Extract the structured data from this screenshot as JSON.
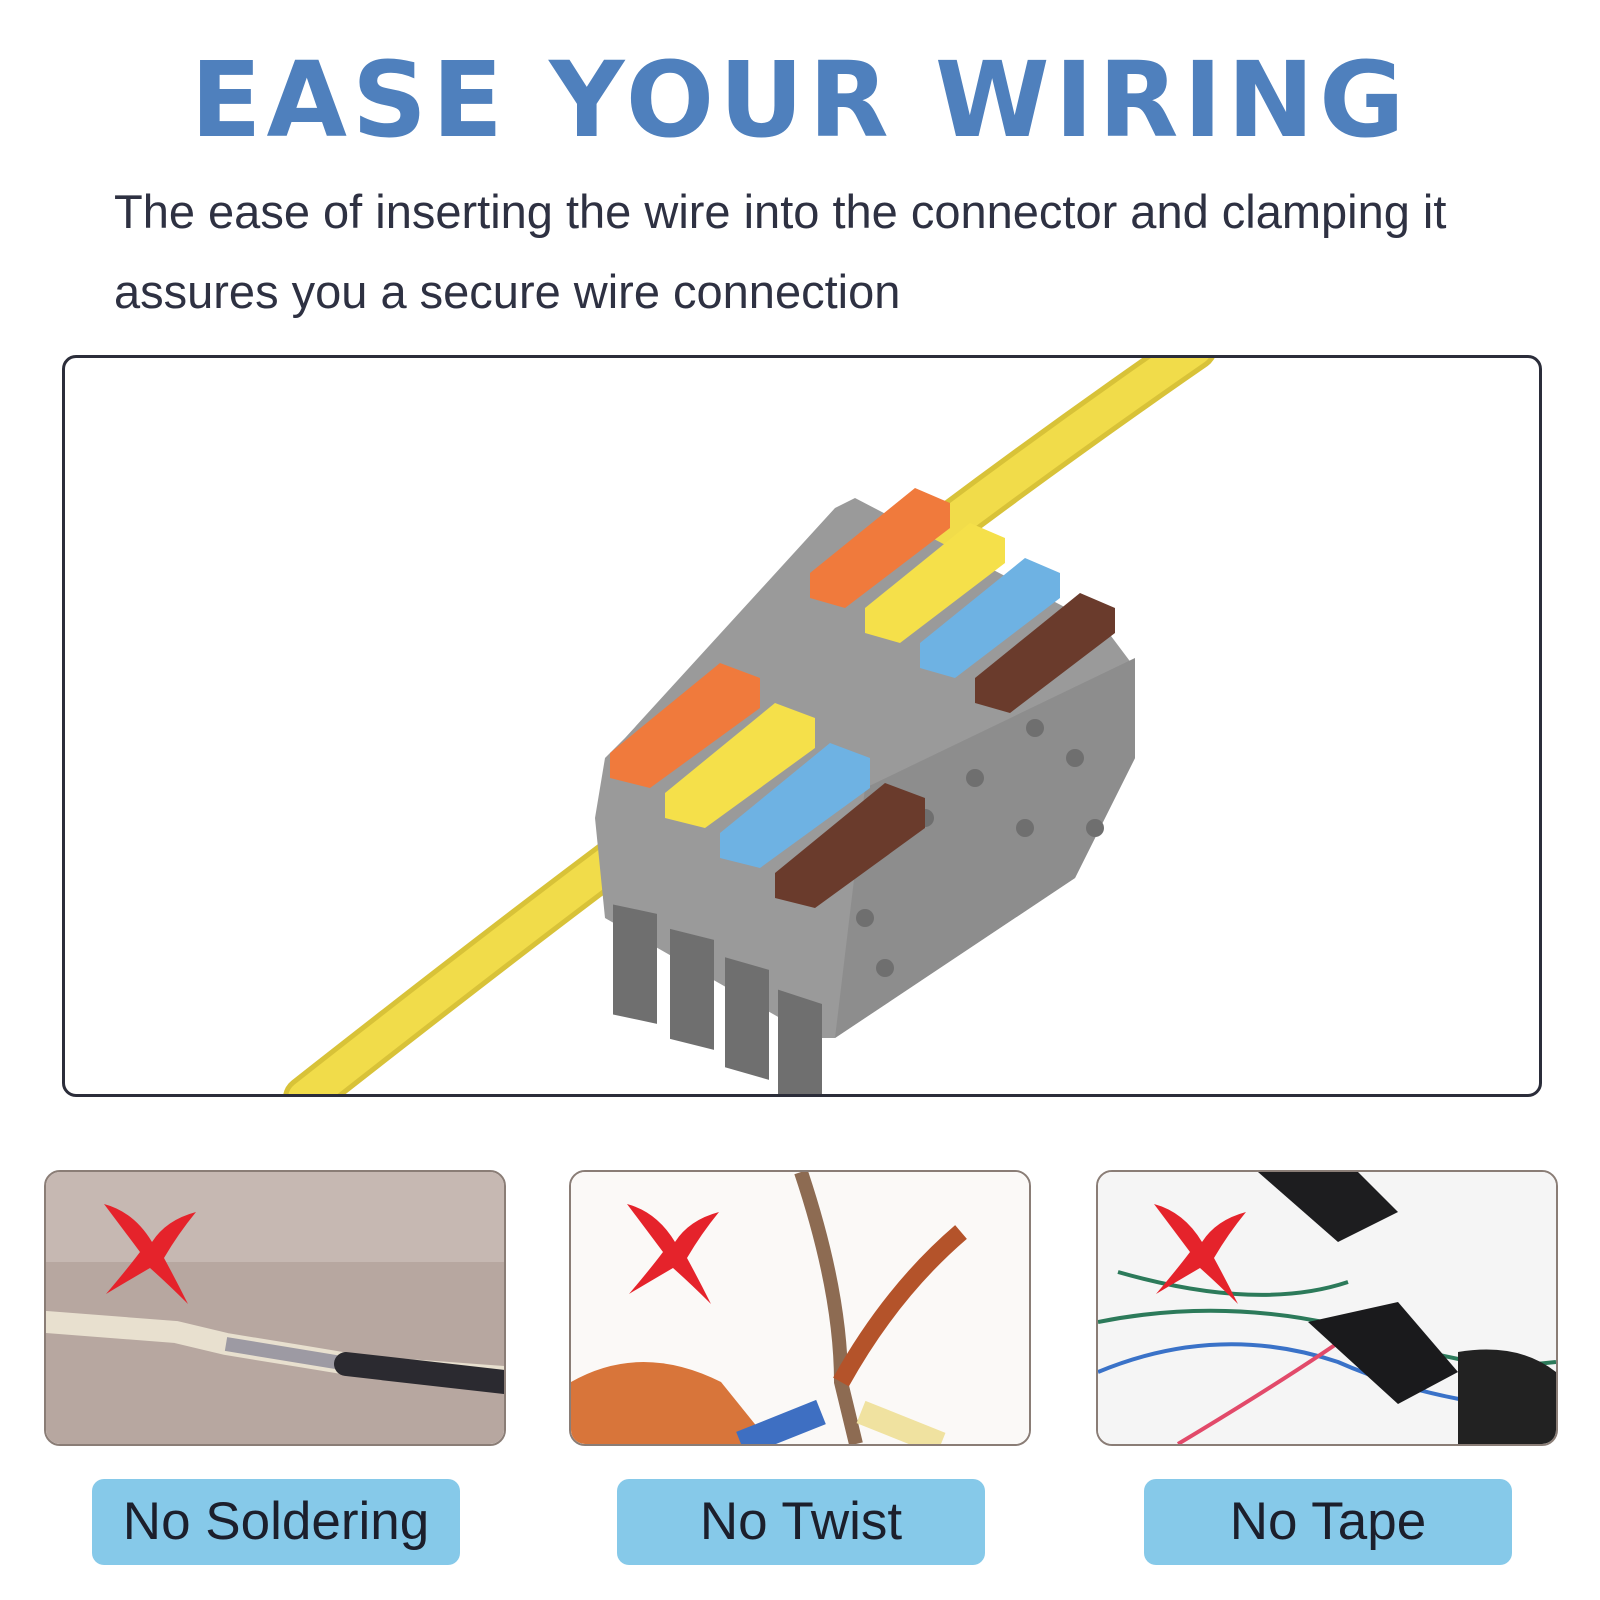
{
  "title": "EASE YOUR WIRING",
  "subtitle": "The ease of inserting the wire into the connector and clamping it assures you a secure wire connection",
  "colors": {
    "title": "#4f80bd",
    "subtitle": "#2e3142",
    "label_bg": "#86c9e9",
    "x_mark": "#e5232b",
    "connector_body": "#9a9a9a",
    "lever_orange": "#f07a3c",
    "lever_yellow": "#f5e04a",
    "lever_blue": "#6eb2e3",
    "lever_brown": "#6a3b2c",
    "wire": "#f1dc4a"
  },
  "hero": {
    "icon": "lever-wire-connector-photo",
    "levers": [
      "orange",
      "yellow",
      "blue",
      "brown"
    ]
  },
  "panels": [
    {
      "label": "No Soldering",
      "icon": "soldered-wire-photo",
      "mark": "x-mark-icon"
    },
    {
      "label": "No Twist",
      "icon": "twisted-wire-photo",
      "mark": "x-mark-icon"
    },
    {
      "label": "No Tape",
      "icon": "taped-wire-photo",
      "mark": "x-mark-icon"
    }
  ]
}
